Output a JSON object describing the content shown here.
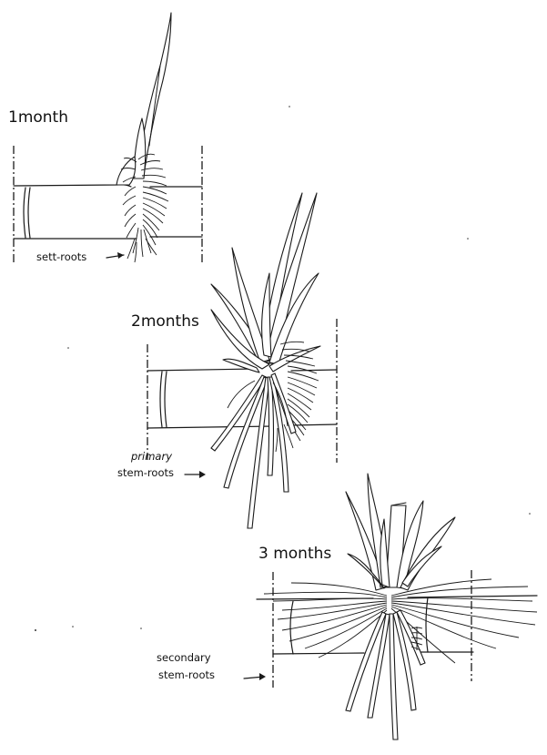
{
  "stages": [
    {
      "label": "1month",
      "root_label": "sett-roots"
    },
    {
      "label": "2months",
      "root_label_line1": "primary",
      "root_label_line2": "stem-roots"
    },
    {
      "label": "3 months",
      "root_label_line1": "secondary",
      "root_label_line2": "stem-roots"
    }
  ],
  "colors": {
    "ink": "#1a1a1a",
    "background": "#ffffff"
  }
}
